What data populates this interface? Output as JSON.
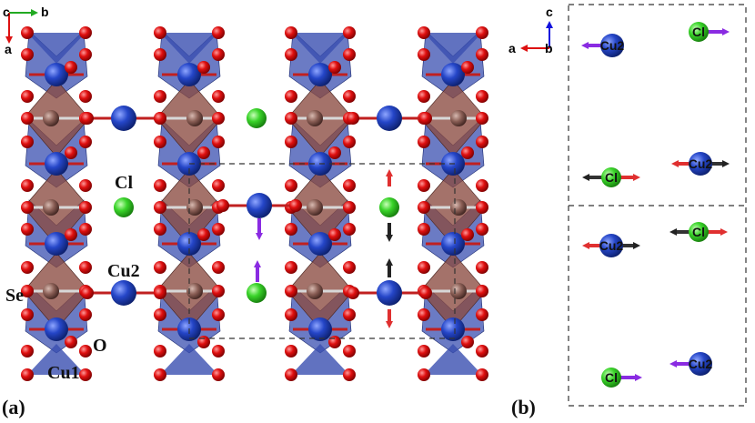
{
  "panel_a": {
    "label": "(a)",
    "axes": {
      "out_of_plane": "c",
      "right": "b",
      "down": "a"
    },
    "atom_labels": {
      "cl": "Cl",
      "cu2": "Cu2",
      "se": "Se",
      "o": "O",
      "cu1": "Cu1"
    }
  },
  "panel_b": {
    "label": "(b)",
    "axes": {
      "up": "c",
      "left": "a",
      "out_of_plane": "b"
    },
    "atoms": [
      {
        "id": "b-cu2-1",
        "species": "Cu2",
        "arrow": "left",
        "color": "#8a2be2"
      },
      {
        "id": "b-cl-1",
        "species": "Cl",
        "arrow": "right",
        "color": "#8a2be2"
      },
      {
        "id": "b-cl-2",
        "species": "Cl",
        "arrow": "both",
        "left_color": "#333333",
        "right_color": "#e03030"
      },
      {
        "id": "b-cu2-2",
        "species": "Cu2",
        "arrow": "both",
        "left_color": "#e03030",
        "right_color": "#333333"
      },
      {
        "id": "b-cu2-3",
        "species": "Cu2",
        "arrow": "both",
        "left_color": "#e03030",
        "right_color": "#333333"
      },
      {
        "id": "b-cl-3",
        "species": "Cl",
        "arrow": "both",
        "left_color": "#333333",
        "right_color": "#e03030"
      },
      {
        "id": "b-cl-4",
        "species": "Cl",
        "arrow": "right",
        "color": "#8a2be2"
      },
      {
        "id": "b-cu2-4",
        "species": "Cu2",
        "arrow": "left",
        "color": "#8a2be2"
      }
    ]
  },
  "colors": {
    "cu": "#1f3fbf",
    "o": "#e01010",
    "cl": "#33cc22",
    "se": "#7a5048",
    "poly_blue": "#3a4fb0",
    "poly_brown": "#8a4a40",
    "arrow_red": "#e03030",
    "arrow_black": "#222222",
    "arrow_purple": "#8a2be2",
    "axis_green": "#22aa22",
    "axis_blue": "#1111dd"
  }
}
